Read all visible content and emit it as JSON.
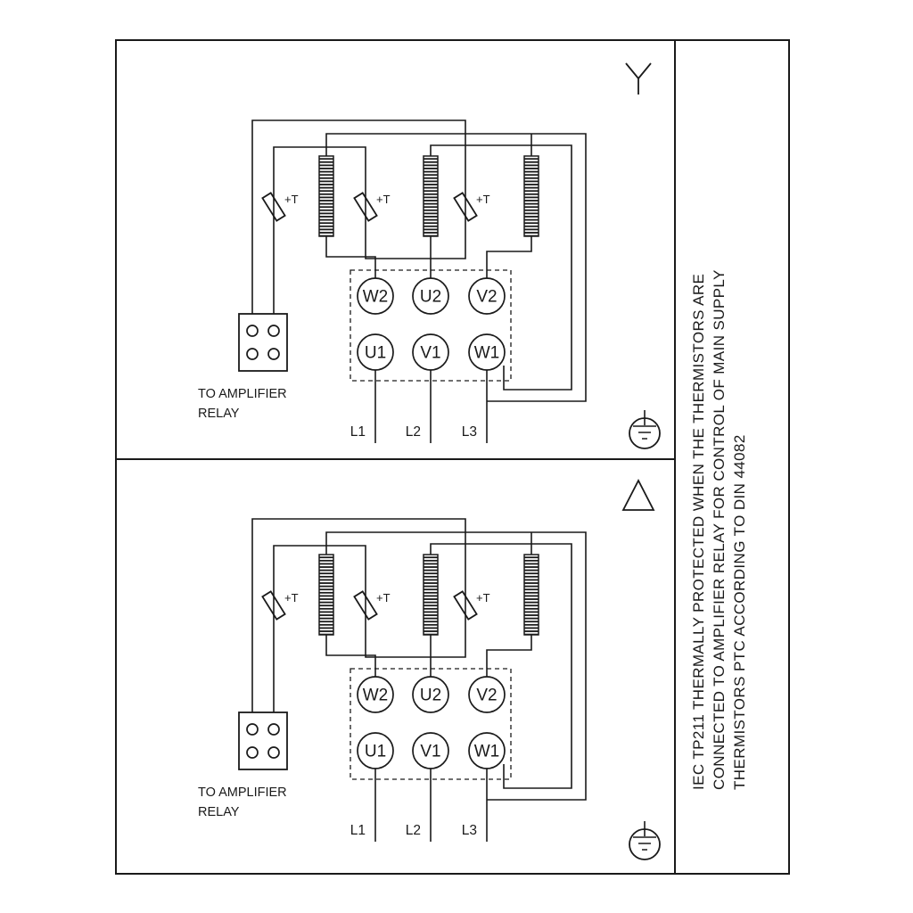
{
  "terminals": {
    "top_row": [
      "W2",
      "U2",
      "V2"
    ],
    "bottom_row": [
      "U1",
      "V1",
      "W1"
    ],
    "supply": [
      "L1",
      "L2",
      "L3"
    ]
  },
  "labels": {
    "thermistor": "+T",
    "relay_line1": "TO AMPLIFIER",
    "relay_line2": "RELAY"
  },
  "sidebar": {
    "line1": "IEC TP211 THERMALLY PROTECTED WHEN THE THERMISTORS ARE",
    "line2": "CONNECTED TO AMPLIFIER RELAY FOR CONTROL OF MAIN SUPPLY",
    "line3": "THERMISTORS PTC ACCORDING TO DIN 44082"
  },
  "panels": {
    "top": {
      "connection": "star"
    },
    "bottom": {
      "connection": "delta"
    }
  },
  "icons": {
    "top_connection": "star-connection-icon",
    "bottom_connection": "delta-connection-icon",
    "ground": "earth-ground-icon",
    "thermistor": "thermistor-icon"
  },
  "colors": {
    "line": "#1a1a1a",
    "background": "#ffffff"
  }
}
